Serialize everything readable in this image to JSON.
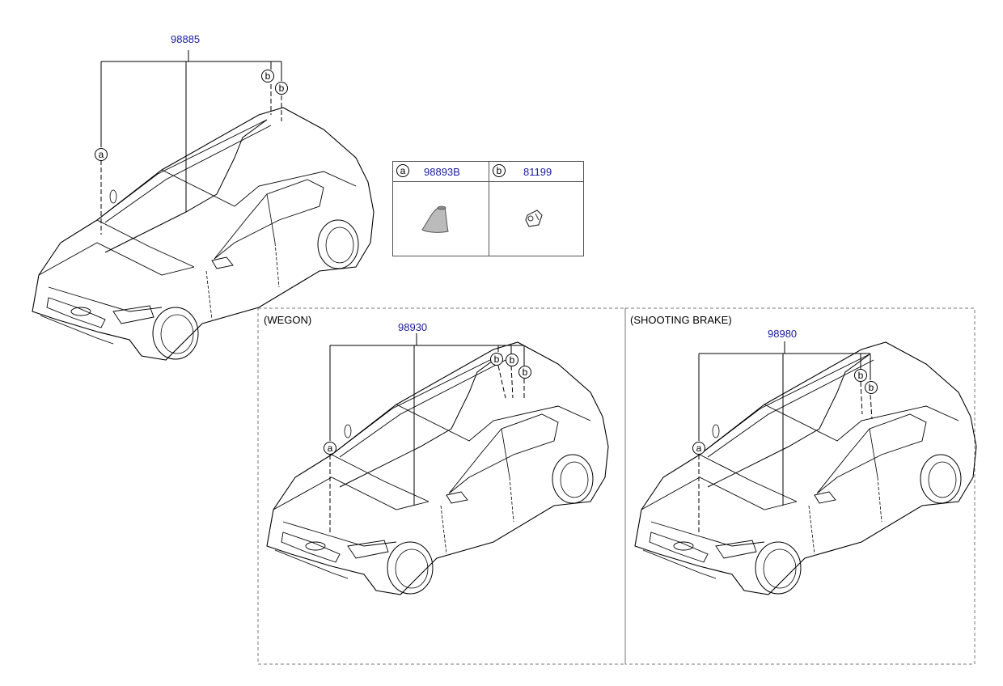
{
  "main_car": {
    "part_number": "98885"
  },
  "wagon": {
    "variant_label": "(WEGON)",
    "part_number": "98930"
  },
  "shooting_brake": {
    "variant_label": "(SHOOTING BRAKE)",
    "part_number": "98980"
  },
  "callouts": {
    "a": "a",
    "b": "b"
  },
  "legend": [
    {
      "callout": "a",
      "part_number": "98893B"
    },
    {
      "callout": "b",
      "part_number": "81199"
    }
  ],
  "colors": {
    "part_number": "#1a1aa0",
    "line": "#000000"
  }
}
